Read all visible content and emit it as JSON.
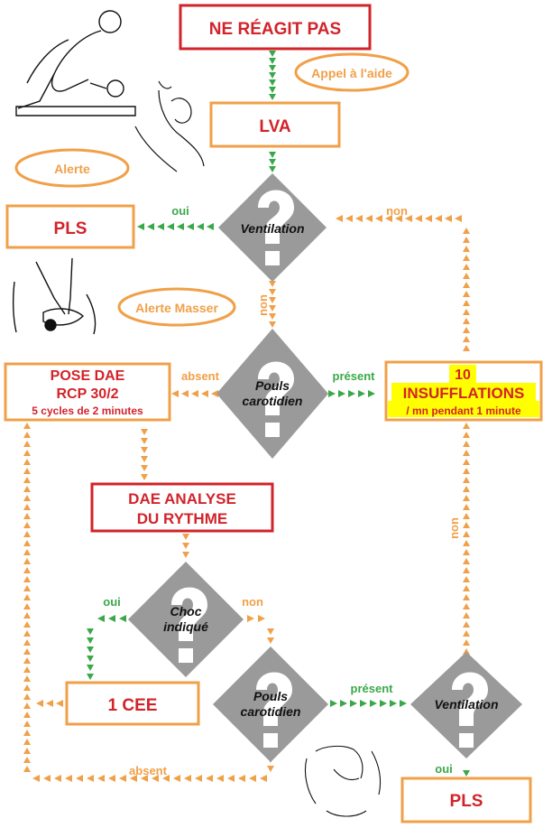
{
  "colors": {
    "red": "#d2232a",
    "orange": "#f0a048",
    "green": "#3aa84a",
    "gray": "#9a9a9a",
    "highlight": "#ffff00"
  },
  "boxes": {
    "start": "NE RÉAGIT PAS",
    "lva": "LVA",
    "pls_top": "PLS",
    "pose_dae": [
      "POSE DAE",
      "RCP 30/2",
      "5 cycles de 2 minutes"
    ],
    "insufflations": [
      "10",
      "INSUFFLATIONS",
      "/ mn pendant 1 minute"
    ],
    "dae_analyse": [
      "DAE ANALYSE",
      "DU RYTHME"
    ],
    "cee": "1 CEE",
    "pls_bottom": "PLS"
  },
  "ovals": {
    "appel": "Appel à l'aide",
    "alerte": "Alerte",
    "alerte_masser": "Alerte Masser"
  },
  "diamonds": {
    "ventilation_1": [
      "Ventilation"
    ],
    "pouls_1": [
      "Pouls",
      "carotidien"
    ],
    "choc": [
      "Choc",
      "indiqué"
    ],
    "pouls_2": [
      "Pouls",
      "carotidien"
    ],
    "ventilation_2": [
      "Ventilation"
    ]
  },
  "labels": {
    "oui_1": "oui",
    "non_1": "non",
    "non_2": "non",
    "absent_1": "absent",
    "present_1": "présent",
    "oui_2": "oui",
    "non_3": "non",
    "present_2": "présent",
    "non_4": "non",
    "absent_2": "absent",
    "oui_3": "oui"
  },
  "icons": [
    "rescuer-illustration-icon",
    "head-tilt-illustration-icon",
    "chest-compression-illustration-icon",
    "torso-illustration-icon",
    "question-mark-icon"
  ]
}
